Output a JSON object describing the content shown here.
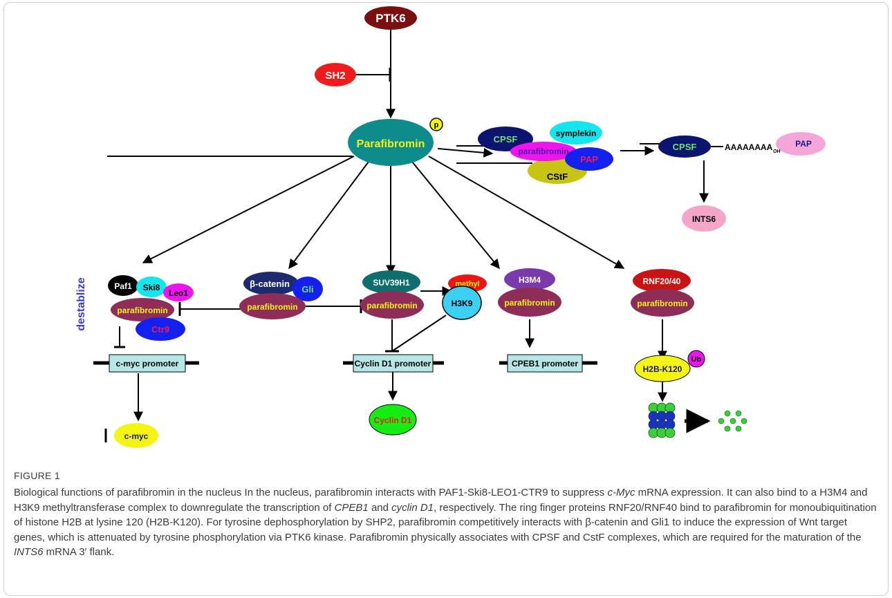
{
  "figure": {
    "labels": {
      "ptk6": "PTK6",
      "sh2": "SH2",
      "parafibromin_main": "Parafibromin",
      "p_badge": "p",
      "cpsf": "CPSF",
      "symplekin": "symplekin",
      "parafibromin_complex": "parafibromin",
      "pap": "PAP",
      "cstf": "CStF",
      "cpsf_right": "CPSF",
      "polya": "AAAAAAAA",
      "polya_sub": "OH",
      "pap_right": "PAP",
      "ints6": "INTS6",
      "destabilize": "destablize",
      "paf1": "Paf1",
      "ski8": "Ski8",
      "leo1": "Leo1",
      "paf_parafibromin": "parafibromin",
      "ctr9": "Ctr9",
      "cmyc_promoter": "c-myc promoter",
      "cmyc": "c-myc",
      "beta_catenin": "β-catenin",
      "gli": "Gli",
      "bc_parafibromin": "parafibromin",
      "suv39h1": "SUV39H1",
      "methyl": "methyl",
      "suv_parafibromin": "parafibromin",
      "h3k9": "H3K9",
      "cyclin_promoter": "Cyclin D1 promoter",
      "cyclin_d1": "Cyclin D1",
      "h3m4": "H3M4",
      "h3m4_parafibromin": "parafibromin",
      "cpeb1_promoter": "CPEB1 promoter",
      "rnf": "RNF20/40",
      "rnf_parafibromin": "parafibromin",
      "h2b": "H2B-K120",
      "ub": "Ub"
    },
    "colors": {
      "ptk6": "#7a0f10",
      "sh2": "#ee1c1c",
      "parafibromin_main": "#0e8c8c",
      "parafibromin_complex": "#8e2d57",
      "cpsf": "#0c1470",
      "symplekin": "#14e6ee",
      "magenta": "#ee14ee",
      "pap": "#1420ee",
      "cstf": "#c8c414",
      "pap_right": "#f4a6d8",
      "ints6": "#f4a6c8",
      "black": "#000000",
      "ski8": "#14e6ee",
      "leo1": "#ee14ee",
      "ctr9": "#1420ee",
      "promoter": "#b6e6e6",
      "cmyc": "#f4f414",
      "beta_catenin": "#1e2a6e",
      "gli": "#1420ee",
      "suv39h1": "#0e6e6e",
      "methyl": "#ee1414",
      "h3k9": "#3cd0f4",
      "cyclin_d1": "#14ee14",
      "h3m4": "#7a3aaa",
      "rnf": "#c81414",
      "h2b": "#f4f414",
      "ub": "#ee14ee",
      "nucleosome_green": "#3ccc3c",
      "nucleosome_blue": "#1a30c8",
      "destabilize": "#3a3adc"
    }
  },
  "caption": {
    "title": "FIGURE 1",
    "segments": [
      {
        "text": "Biological functions of parafibromin in the nucleus In the nucleus, parafibromin interacts with PAF1-Ski8-LEO1-CTR9 to suppress ",
        "italic": false
      },
      {
        "text": "c-Myc",
        "italic": true
      },
      {
        "text": " mRNA expression. It can also bind to a H3M4 and H3K9 methyltransferase complex to downregulate the transcription of ",
        "italic": false
      },
      {
        "text": "CPEB1",
        "italic": true
      },
      {
        "text": " and ",
        "italic": false
      },
      {
        "text": "cyclin D1",
        "italic": true
      },
      {
        "text": ", respectively. The ring finger proteins RNF20/RNF40 bind to parafibromin for monoubiquitination of histone H2B at lysine 120 (H2B-K120). For tyrosine dephosphorylation by SHP2, parafibromin competitively interacts with β-catenin and Gli1 to induce the expression of Wnt target genes, which is attenuated by tyrosine phosphorylation via PTK6 kinase. Parafibromin physically associates with CPSF and CstF complexes, which are required for the maturation of the ",
        "italic": false
      },
      {
        "text": "INTS6",
        "italic": true
      },
      {
        "text": " mRNA 3′ flank.",
        "italic": false
      }
    ]
  }
}
